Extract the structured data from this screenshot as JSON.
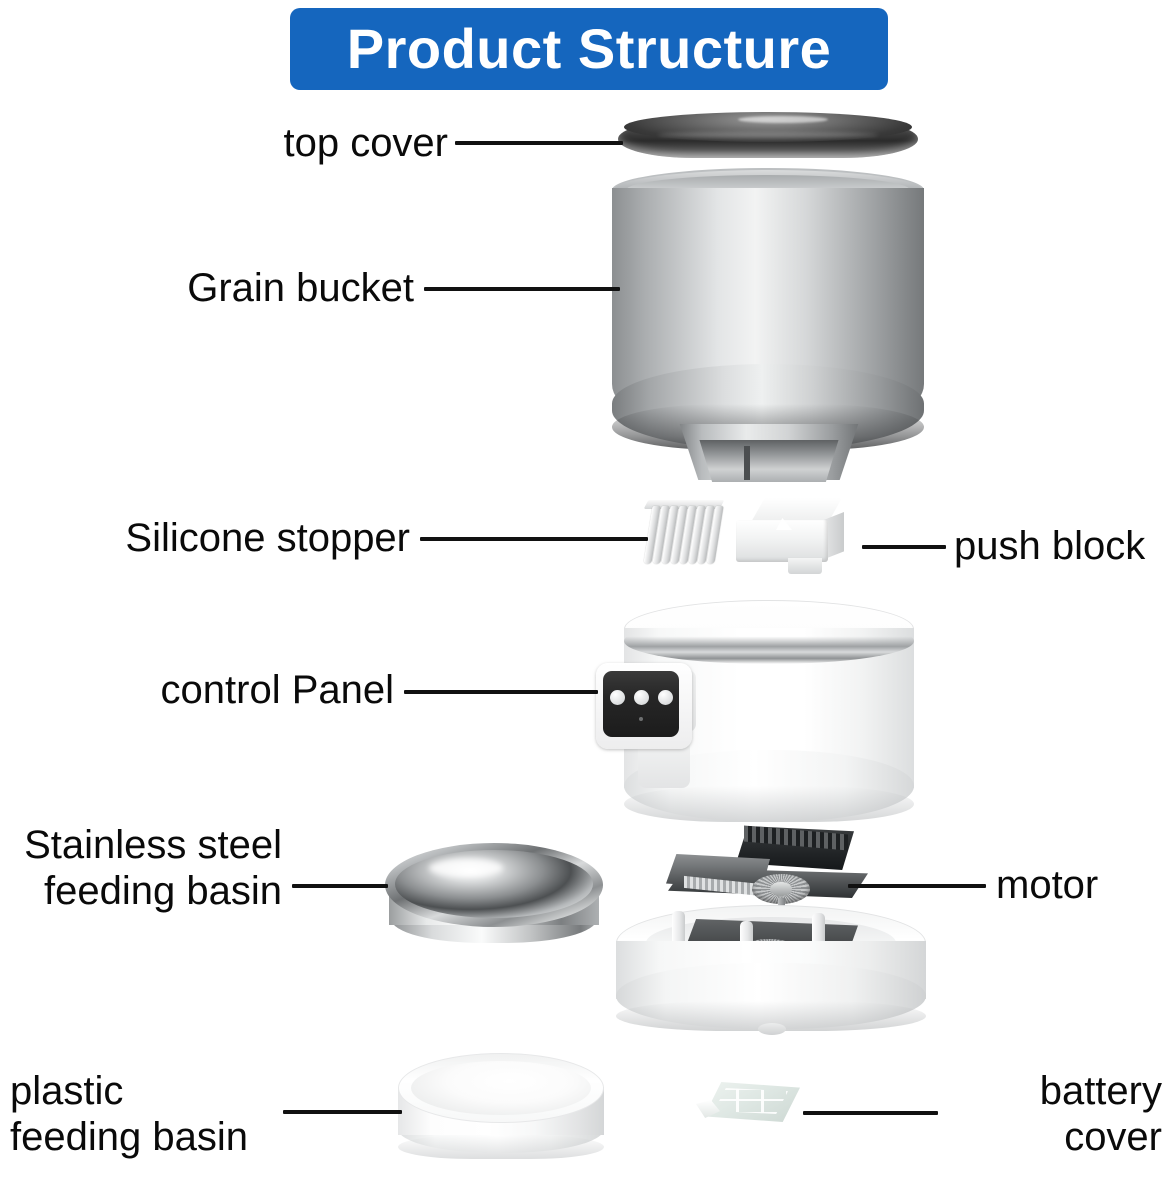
{
  "header": {
    "title": "Product Structure",
    "banner_color": "#1566BE",
    "title_color": "#FFFFFF"
  },
  "diagram": {
    "type": "exploded-view",
    "subject": "automatic pet feeder",
    "background_color": "#FFFFFF",
    "label_color": "#0A0A0A",
    "leader_line_color": "#111111",
    "parts": [
      {
        "id": "top-cover",
        "label": "top cover",
        "label_side": "left",
        "material": "dark glossy plastic",
        "color": "#3A3A3A"
      },
      {
        "id": "grain-bucket",
        "label": "Grain bucket",
        "label_side": "left",
        "material": "translucent smoked plastic",
        "color": "#B0B3B5"
      },
      {
        "id": "silicone-stopper",
        "label": "Silicone stopper",
        "label_side": "left",
        "material": "white silicone",
        "color": "#EDEEEE"
      },
      {
        "id": "push-block",
        "label": "push block",
        "label_side": "right",
        "material": "white plastic",
        "color": "#F4F5F5"
      },
      {
        "id": "control-panel",
        "label": "control Panel",
        "label_side": "left",
        "material": "black screen with three buttons",
        "color": "#1C1C1C",
        "button_count": 3
      },
      {
        "id": "steel-basin",
        "label": "Stainless steel\nfeeding basin",
        "label_line_1": "Stainless steel",
        "label_line_2": "feeding basin",
        "label_side": "left",
        "material": "stainless steel",
        "color": "#B8BBBD"
      },
      {
        "id": "motor",
        "label": "motor",
        "label_side": "right",
        "material": "geared motor assembly",
        "color": "#3A3D3F"
      },
      {
        "id": "plastic-basin",
        "label": "plastic\nfeeding basin",
        "label_line_1": "plastic",
        "label_line_2": "feeding basin",
        "label_side": "left",
        "material": "white plastic",
        "color": "#FFFFFF"
      },
      {
        "id": "battery-cover",
        "label": "battery\ncover",
        "label_line_1": "battery",
        "label_line_2": "cover",
        "label_side": "right",
        "material": "translucent plastic plate",
        "color": "#DFE8E4"
      },
      {
        "id": "main-body",
        "label": "",
        "label_side": "none",
        "material": "white plastic with chrome ring",
        "color": "#FFFFFF"
      },
      {
        "id": "base-unit",
        "label": "",
        "label_side": "none",
        "material": "white plastic housing",
        "color": "#FFFFFF"
      }
    ]
  }
}
